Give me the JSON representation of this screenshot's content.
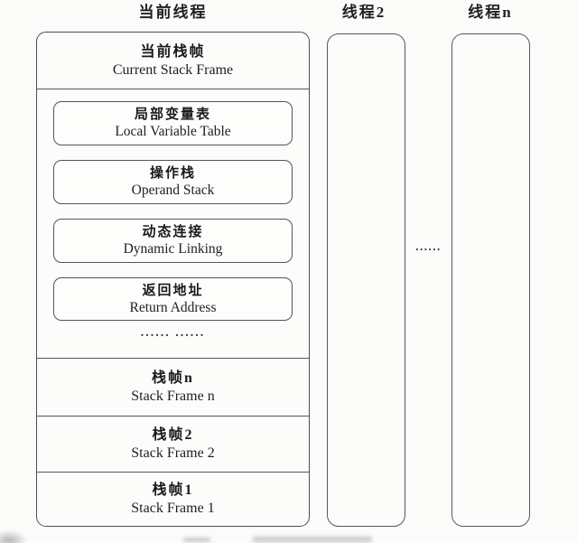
{
  "threads": {
    "current": {
      "title": "当前线程",
      "stack_frame_header": {
        "zh": "当前栈帧",
        "en": "Current Stack Frame"
      },
      "components": [
        {
          "zh": "局部变量表",
          "en": "Local Variable Table"
        },
        {
          "zh": "操作栈",
          "en": "Operand Stack"
        },
        {
          "zh": "动态连接",
          "en": "Dynamic Linking"
        },
        {
          "zh": "返回地址",
          "en": "Return Address"
        }
      ],
      "components_ellipsis": "...... ......",
      "frames": [
        {
          "zh": "栈帧n",
          "en": "Stack Frame n"
        },
        {
          "zh": "栈帧2",
          "en": "Stack Frame 2"
        },
        {
          "zh": "栈帧1",
          "en": "Stack Frame 1"
        }
      ]
    },
    "thread2": {
      "title": "线程2"
    },
    "thread_n": {
      "title": "线程n"
    },
    "between_threads_ellipsis": "......"
  },
  "colors": {
    "line": "#4f4f51",
    "text": "#1c1c1c",
    "background": "#fbfbfa"
  }
}
